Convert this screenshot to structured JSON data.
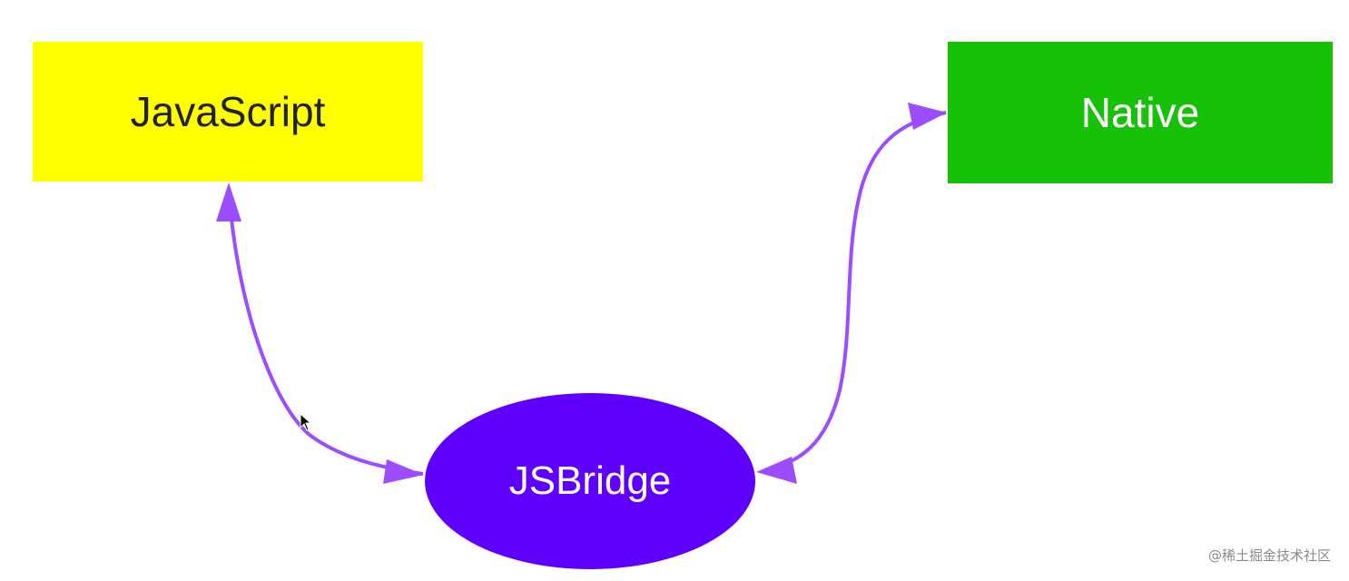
{
  "nodes": {
    "javascript": {
      "label": "JavaScript",
      "color": "#ffff00",
      "text_color": "#222222"
    },
    "native": {
      "label": "Native",
      "color": "#17c107",
      "text_color": "#ffffff"
    },
    "jsbridge": {
      "label": "JSBridge",
      "color": "#5f00ff",
      "text_color": "#ffffff"
    }
  },
  "edges": [
    {
      "from": "javascript",
      "to": "jsbridge",
      "bidirectional": true,
      "color": "#9b4dff"
    },
    {
      "from": "jsbridge",
      "to": "native",
      "bidirectional": true,
      "color": "#9b4dff"
    }
  ],
  "watermark": {
    "text": "@稀土掘金技术社区"
  },
  "cursor_icon": "mouse-pointer-icon"
}
